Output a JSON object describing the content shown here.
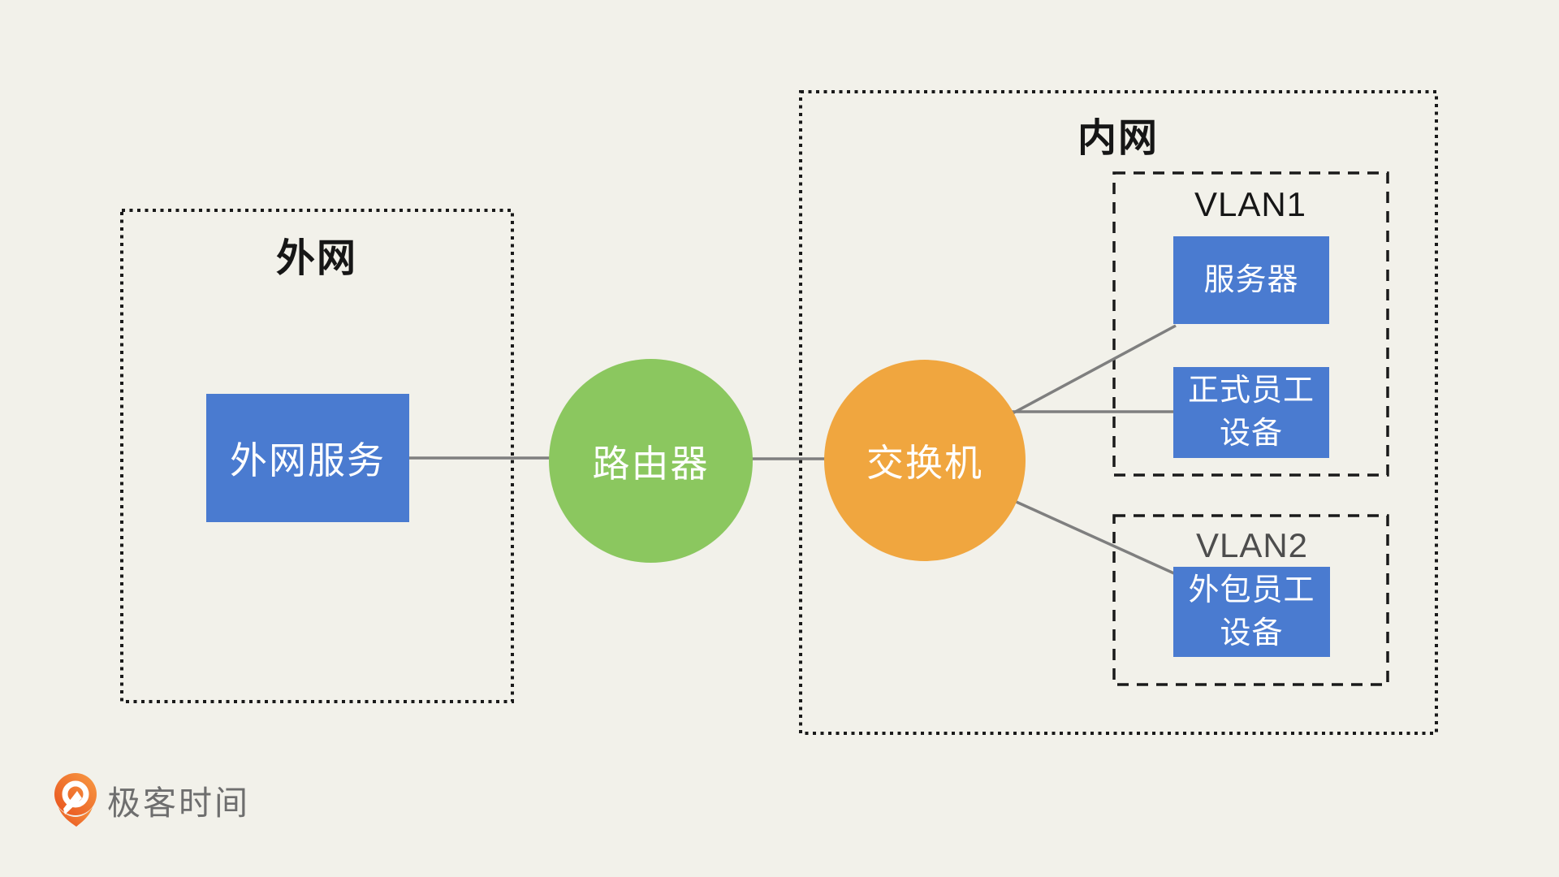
{
  "zones": {
    "external": {
      "title": "外网"
    },
    "internal": {
      "title": "内网"
    },
    "vlan1": {
      "title": "VLAN1"
    },
    "vlan2": {
      "title": "VLAN2"
    }
  },
  "nodes": {
    "external_service": {
      "label": "外网服务"
    },
    "router": {
      "label": "路由器"
    },
    "switch": {
      "label": "交换机"
    },
    "server": {
      "label": "服务器"
    },
    "staff_device": {
      "line1": "正式员工",
      "line2": "设备"
    },
    "outsourced_device": {
      "line1": "外包员工",
      "line2": "设备"
    }
  },
  "branding": {
    "logo_text": "极客时间"
  },
  "colors": {
    "background": "#f2f1ea",
    "node_blue": "#4a7bd0",
    "router_green": "#8bc75f",
    "switch_orange": "#f0a63f",
    "connector_grey": "#7f7f7f",
    "border_black": "#1a1a1a",
    "vlan2_title_grey": "#4d4d4d",
    "logo_text_grey": "#6e6e6e",
    "logo_orange_dark": "#e8511d",
    "logo_orange_light": "#f89b44"
  }
}
